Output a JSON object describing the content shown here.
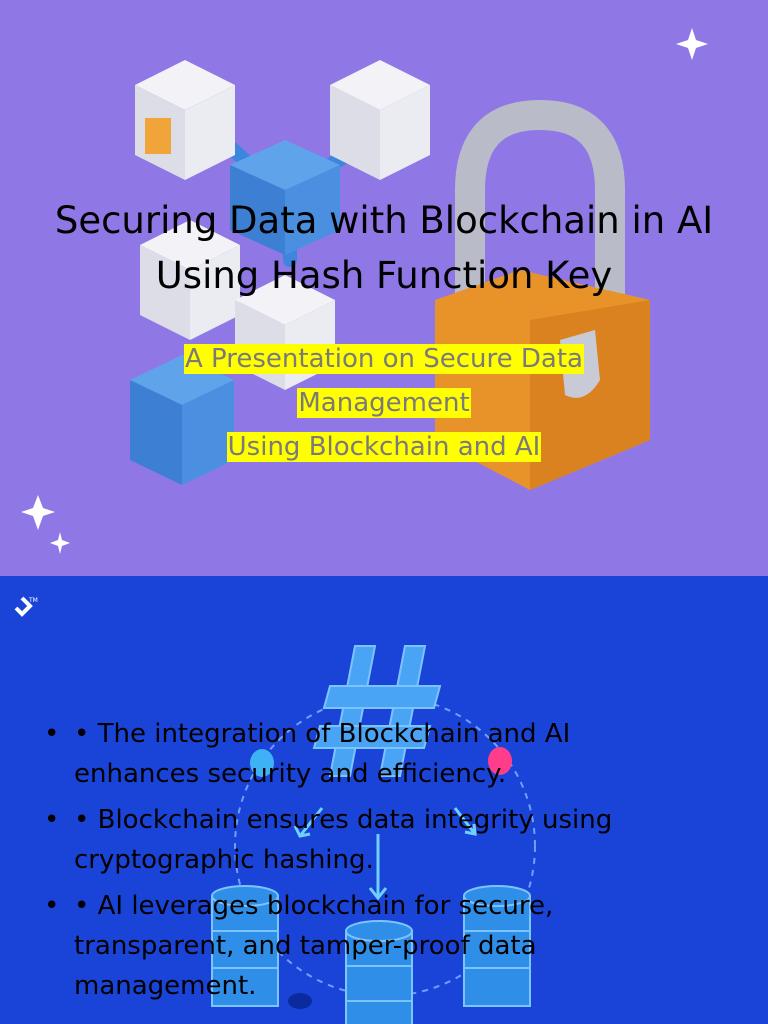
{
  "slides": [
    {
      "title": "Securing Data with Blockchain in AI Using Hash Function Key",
      "subtitle_lines": [
        "A Presentation on Secure Data",
        "Management",
        "Using Blockchain and AI"
      ],
      "background_color": "#8f78e6",
      "highlight_color": "#ffff00",
      "icons": [
        "blockchain-cubes-icon",
        "padlock-icon",
        "sparkle-icon"
      ]
    },
    {
      "bullet_marker": "•",
      "bullets": [
        "• The integration of Blockchain and AI enhances security and efficiency.",
        "• Blockchain ensures data integrity using cryptographic hashing.",
        "• AI leverages blockchain for secure, transparent, and tamper-proof data management."
      ],
      "background_color": "#1a44d8",
      "icons": [
        "logo-mark-icon",
        "hash-symbol-icon",
        "database-icon"
      ]
    }
  ]
}
